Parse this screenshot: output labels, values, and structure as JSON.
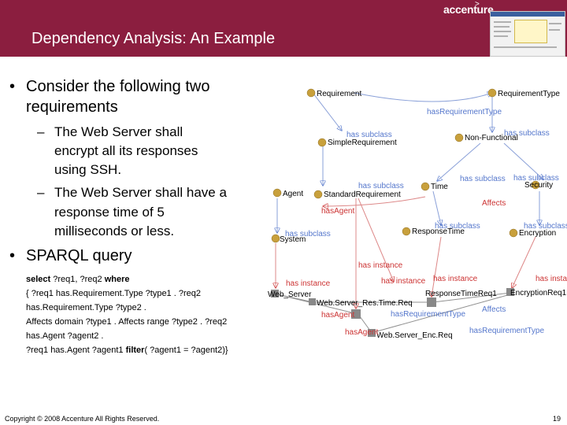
{
  "header": {
    "title": "Dependency Analysis: An Example",
    "logo": "accenture",
    "logo_mark": ">"
  },
  "bullets": {
    "b1_line1": "Consider the following two",
    "b1_line2": "requirements",
    "sub1_line1": "The Web Server shall",
    "sub1_line2": "encrypt all its responses",
    "sub1_line3": "using SSH.",
    "sub2_line1": "The Web Server shall have a",
    "sub2_line2": "response time of 5",
    "sub2_line3": "milliseconds or less.",
    "b2": "SPARQL query",
    "marker_l1": "•",
    "marker_l2": "–"
  },
  "query": {
    "l1_kw": "select",
    "l1_rest": " ?req1, ?req2 ",
    "l1_kw2": "where",
    "l2": " { ?req1  has.Requirement.Type ?type1 .    ?req2",
    "l3": "has.Requirement.Type  ?type2 .",
    "l4": "Affects domain ?type1 . Affects range ?type2 . ?req2",
    "l5": "has.Agent ?agent2 .",
    "l6_a": "?req1 has.Agent ?agent1  ",
    "l6_kw": "filter",
    "l6_b": "( ?agent1 = ?agent2)}"
  },
  "footer": {
    "copyright": "Copyright © 2008 Accenture All Rights Reserved.",
    "page": "19"
  },
  "diagram": {
    "colors": {
      "node": "#c8a03c",
      "subclass": "#5577cc",
      "instance": "#cc3333",
      "relation": "#5577cc",
      "edge": "#a0a0a0"
    },
    "nodes": {
      "requirement": "Requirement",
      "requirement_type": "RequirementType",
      "simple_requirement": "SimpleRequirement",
      "non_functional": "Non-Functional",
      "agent": "Agent",
      "standard_requirement": "StandardRequirement",
      "time": "Time",
      "security": "Security",
      "system": "System",
      "response_time": "ResponseTime",
      "encryption": "Encryption",
      "web_server": "Web_Server",
      "web_server_res_time_req": "Web.Server_Res.Time.Req",
      "response_time_req1": "ResponseTimeReq1",
      "encryption_req1": "EncryptionReq1",
      "web_server_enc_req": "Web.Server_Enc.Req"
    },
    "labels": {
      "has_requirement_type": "hasRequirementType",
      "has_subclass_1": "has subclass",
      "has_subclass_2": "has subclass",
      "has_subclass_3": "has subclass",
      "has_subclass_4": "has subclass",
      "has_subclass_5": "has subclass",
      "has_subclass_6": "has subclass",
      "has_subclass_7": "has subclass",
      "has_agent": "hasAgent",
      "affects_1": "Affects",
      "has_instance_1": "has instance",
      "has_instance_2": "has instance",
      "has_instance_3": "has instance",
      "has_instance_4": "has instance",
      "has_instance_5": "has insta",
      "has_agent_2": "hasAgent",
      "has_req_type_2": "hasRequirementType",
      "affects_2": "Affects",
      "has_req_type_3": "hasRequirementType",
      "has_agent_3": "hasAgent"
    }
  }
}
